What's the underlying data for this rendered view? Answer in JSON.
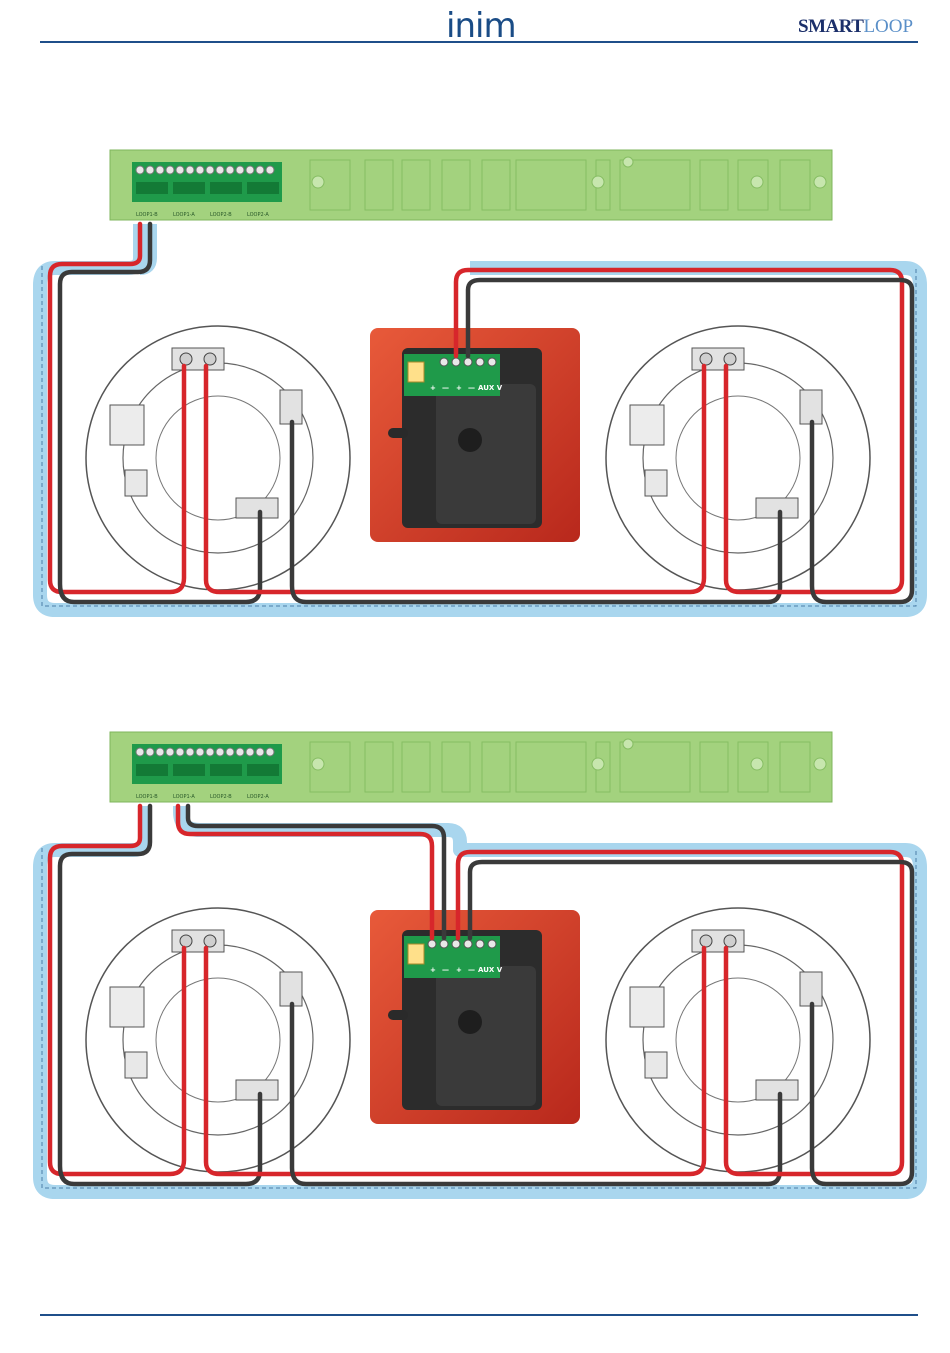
{
  "header": {
    "logo_text": "inim",
    "brand_part1": "SMART",
    "brand_part2": "LOOP"
  },
  "diagrams": [
    {
      "panel_terminal_labels": [
        "LOOP1-B",
        "LOOP1-A",
        "LOOP2-B",
        "LOOP2-A"
      ],
      "module_terminal_labels": [
        "+",
        "—",
        "+",
        "—",
        "AUX V"
      ]
    },
    {
      "panel_terminal_labels": [
        "LOOP1-B",
        "LOOP1-A",
        "LOOP2-B",
        "LOOP2-A"
      ],
      "module_terminal_labels": [
        "+",
        "—",
        "+",
        "—",
        "AUX V"
      ]
    }
  ],
  "colors": {
    "rule": "#1f4f8a",
    "pcb": "#9fd07a",
    "terminal_block": "#1f9a4a",
    "wire_red": "#d7262b",
    "wire_black": "#3a3a3a",
    "wire_sheath": "#a9d6ee",
    "module_body": "#d6402a"
  }
}
